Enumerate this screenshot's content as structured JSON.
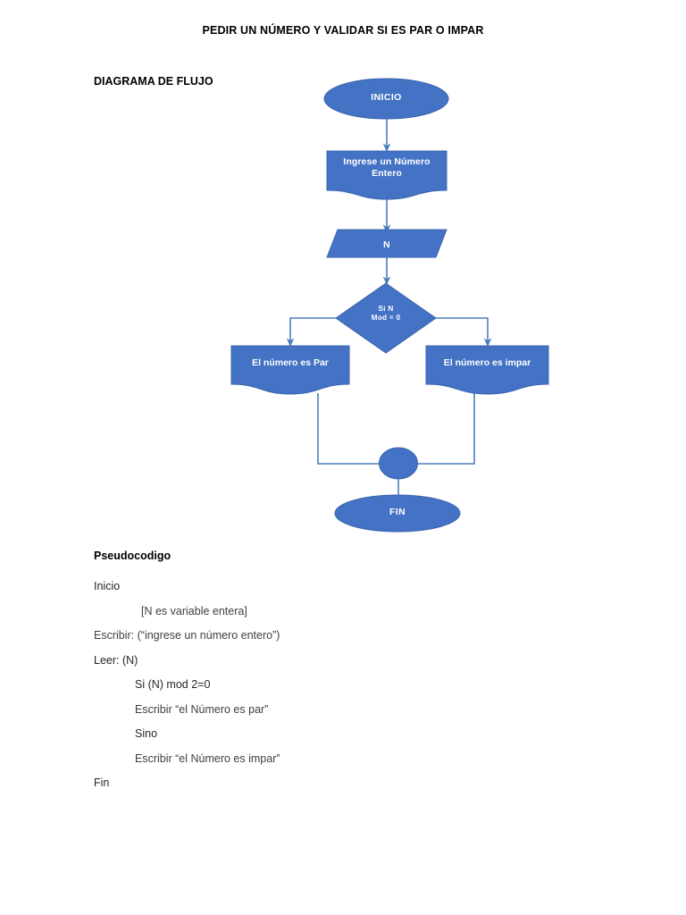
{
  "document": {
    "title": "PEDIR UN NÚMERO Y VALIDAR SI ES PAR O IMPAR",
    "flowchart_heading": "DIAGRAMA DE FLUJO",
    "pseudocode_heading": "Pseudocodigo"
  },
  "colors": {
    "shape_fill": "#4472C4",
    "shape_stroke": "#3B64AE",
    "connector": "#4A7EBB",
    "shape_text": "#FFFFFF",
    "body_text": "#404040",
    "heading_text": "#000000"
  },
  "flowchart": {
    "nodes": [
      {
        "id": "inicio",
        "shape": "ellipse",
        "label": "INICIO"
      },
      {
        "id": "ingrese",
        "shape": "document",
        "label": "Ingrese un Número\nEntero"
      },
      {
        "id": "n",
        "shape": "parallelogram",
        "label": "N"
      },
      {
        "id": "decision",
        "shape": "diamond",
        "label": "Si N\nMod = 0"
      },
      {
        "id": "par",
        "shape": "document",
        "label": "El número es Par"
      },
      {
        "id": "impar",
        "shape": "document",
        "label": "El número es impar"
      },
      {
        "id": "merge",
        "shape": "connector",
        "label": ""
      },
      {
        "id": "fin",
        "shape": "ellipse",
        "label": "FIN"
      }
    ]
  },
  "pseudocode": {
    "lines": [
      {
        "text": "Inicio",
        "indent": 0,
        "dark": true
      },
      {
        "text": "[N es variable entera]",
        "indent": 1,
        "dark": false
      },
      {
        "text": "Escribir: (“ingrese un número entero”)",
        "indent": 0,
        "dark": false
      },
      {
        "text": "Leer: (N)",
        "indent": 0,
        "dark": true
      },
      {
        "text": "Si (N) mod 2=0",
        "indent": 2,
        "dark": true
      },
      {
        "text": "Escribir “el Número es par”",
        "indent": 2,
        "dark": false
      },
      {
        "text": "Sino",
        "indent": 2,
        "dark": true
      },
      {
        "text": "Escribir “el Número es impar”",
        "indent": 2,
        "dark": false
      },
      {
        "text": "Fin",
        "indent": 0,
        "dark": true
      }
    ]
  }
}
